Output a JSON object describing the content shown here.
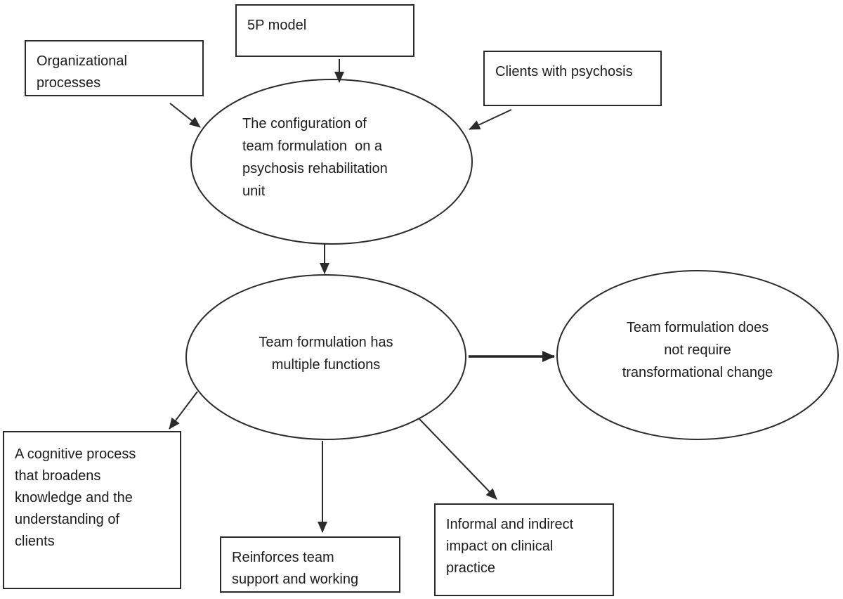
{
  "diagram": {
    "title": "Team formulation concept diagram",
    "colors": {
      "background": "#ffffff",
      "stroke": "#2b2b2b",
      "text": "#1c1c1c"
    },
    "nodes": {
      "five_p_model": {
        "shape": "rect",
        "label": "5P model"
      },
      "organizational_processes": {
        "shape": "rect",
        "label": "Organizational\nprocesses"
      },
      "clients_with_psychosis": {
        "shape": "rect",
        "label": "Clients with psychosis"
      },
      "configuration": {
        "shape": "ellipse",
        "label": "The configuration of\nteam formulation  on a\npsychosis rehabilitation\nunit"
      },
      "multiple_functions": {
        "shape": "ellipse",
        "label": "Team formulation has\nmultiple functions"
      },
      "no_transformational_change": {
        "shape": "ellipse",
        "label": "Team formulation does\nnot require\ntransformational change"
      },
      "cognitive_process": {
        "shape": "rect",
        "label": "A cognitive process\nthat broadens\nknowledge and the\nunderstanding of\nclients"
      },
      "reinforces_team": {
        "shape": "rect",
        "label": "Reinforces team\nsupport and working"
      },
      "informal_impact": {
        "shape": "rect",
        "label": "Informal and indirect\nimpact on clinical\npractice"
      }
    },
    "edges": [
      {
        "from": "five_p_model",
        "to": "configuration",
        "style": "normal"
      },
      {
        "from": "organizational_processes",
        "to": "configuration",
        "style": "normal"
      },
      {
        "from": "clients_with_psychosis",
        "to": "configuration",
        "style": "normal"
      },
      {
        "from": "configuration",
        "to": "multiple_functions",
        "style": "normal"
      },
      {
        "from": "multiple_functions",
        "to": "no_transformational_change",
        "style": "bold"
      },
      {
        "from": "multiple_functions",
        "to": "cognitive_process",
        "style": "normal"
      },
      {
        "from": "multiple_functions",
        "to": "reinforces_team",
        "style": "normal"
      },
      {
        "from": "multiple_functions",
        "to": "informal_impact",
        "style": "normal"
      }
    ]
  }
}
